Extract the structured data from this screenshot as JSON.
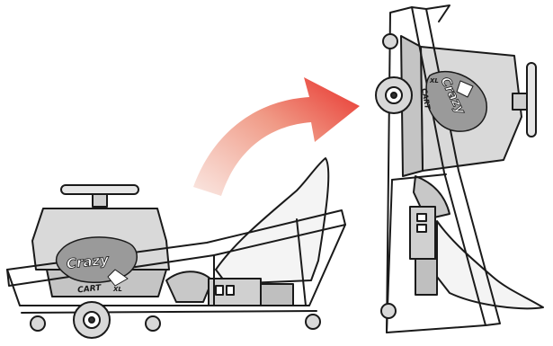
{
  "figure": {
    "left_panel": {
      "logo_text": "Crazy",
      "logo_sub": "CART",
      "logo_mark": "XL"
    },
    "right_panel": {
      "logo_text": "Crazy",
      "logo_sub": "CART",
      "logo_mark": "XL"
    },
    "colors": {
      "outline": "#1a1a1a",
      "body_fill": "#d6d6d6",
      "body_shade": "#bdbdbd",
      "seat_fill": "#f2f2f2",
      "arrow_start": "#f7ddd6",
      "arrow_end": "#e8322c"
    }
  }
}
